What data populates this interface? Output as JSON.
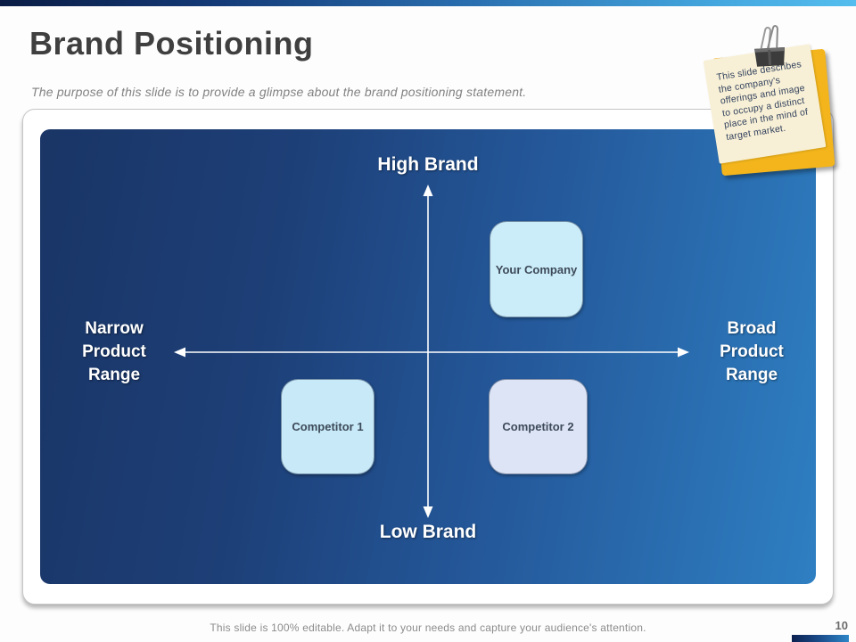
{
  "slide": {
    "title": "Brand Positioning",
    "subtitle": "The purpose of this slide is to provide a glimpse about the brand positioning statement.",
    "footer": "This slide is 100% editable.  Adapt it to your needs and capture your audience's attention.",
    "page_number": "10"
  },
  "sticky_note": {
    "lines": [
      "This slide describes",
      "the company's",
      "offerings and image",
      "to occupy a distinct",
      "place in the mind of",
      "target market."
    ]
  },
  "matrix": {
    "axis_top": "High Brand",
    "axis_bottom": "Low Brand",
    "axis_left_lines": [
      "Narrow",
      "Product",
      "Range"
    ],
    "axis_right_lines": [
      "Broad",
      "Product",
      "Range"
    ],
    "boxes": {
      "your_company": {
        "label": "Your Company",
        "quadrant": "high-brand / broad-range"
      },
      "competitor_1": {
        "label": "Competitor 1",
        "quadrant": "low-brand / narrow-range"
      },
      "competitor_2": {
        "label": "Competitor 2",
        "quadrant": "low-brand / broad-range"
      }
    }
  },
  "colors": {
    "title_text": "#3f3f3f",
    "subtitle_text": "#828282",
    "panel_gradient_left": "#1a3566",
    "panel_gradient_right": "#2e7fc2",
    "box_your_company_fill": "#cbecf9",
    "box_competitor1_fill": "#c7e9f8",
    "box_competitor2_fill": "#dde4f6",
    "note_gold": "#f3b51b",
    "note_paper": "#f8f0d6",
    "note_text": "#33425e",
    "ribbon_dark": "#0a1c44",
    "ribbon_light": "#55bdee"
  }
}
